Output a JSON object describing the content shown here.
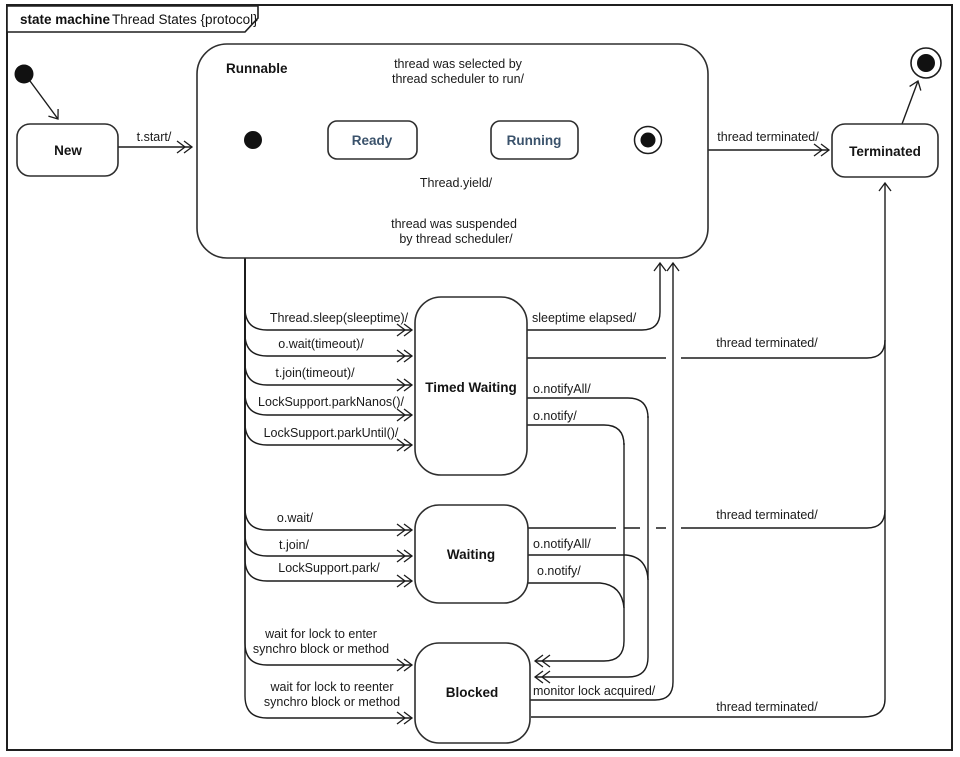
{
  "diagram": {
    "kind": "UML state machine diagram",
    "title_keyword": "state machine",
    "title_name": "Thread States {protocol}"
  },
  "states": {
    "new": "New",
    "runnable": "Runnable",
    "ready": "Ready",
    "running": "Running",
    "terminated": "Terminated",
    "timed_waiting": "Timed Waiting",
    "waiting": "Waiting",
    "blocked": "Blocked"
  },
  "transitions": {
    "t_start": "t.start/",
    "selected_1": "thread was selected by",
    "selected_2": "thread scheduler to run/",
    "yield": "Thread.yield/",
    "suspended_1": "thread was suspended",
    "suspended_2": "by thread scheduler/",
    "thread_terminated": "thread terminated/",
    "sleep": "Thread.sleep(sleeptime)/",
    "wait_timeout": "o.wait(timeout)/",
    "join_timeout": "t.join(timeout)/",
    "park_nanos": "LockSupport.parkNanos()/",
    "park_until": "LockSupport.parkUntil()/",
    "sleeptime_elapsed": "sleeptime elapsed/",
    "notify_all": "o.notifyAll/",
    "notify": "o.notify/",
    "wait": "o.wait/",
    "join": "t.join/",
    "park": "LockSupport.park/",
    "wait_enter_1": "wait for lock to enter",
    "wait_enter_2": "synchro block or method",
    "wait_reenter_1": "wait for lock to reenter",
    "wait_reenter_2": "synchro block or method",
    "monitor_acquired": "monitor lock acquired/"
  },
  "colors": {
    "line": "#1c1c1c",
    "state_text": "#141414",
    "substate_text": "#3a526b"
  }
}
